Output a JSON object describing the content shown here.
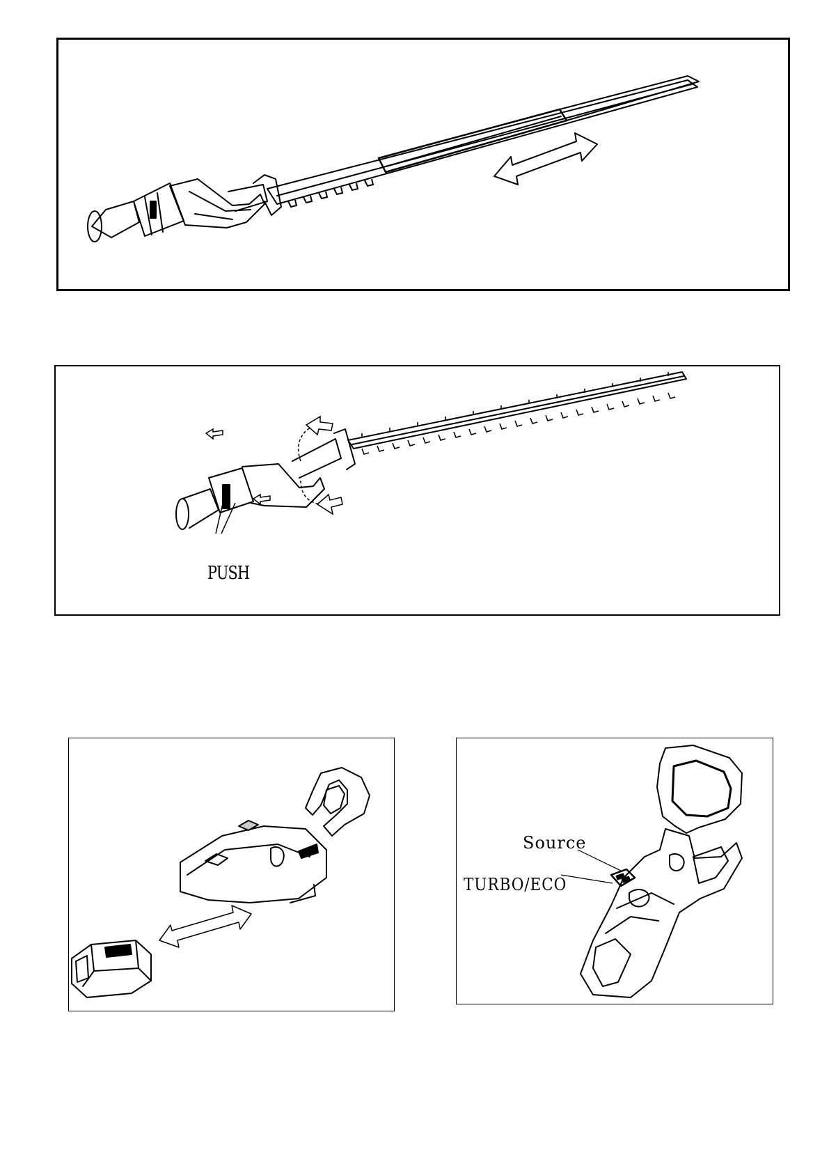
{
  "figures": {
    "blade_slide": {
      "arrow": "double-arrow-icon"
    },
    "blade_attach": {
      "push_label": "PUSH"
    },
    "battery_insert": {
      "arrow": "double-arrow-icon"
    },
    "control_buttons": {
      "source_label": "Source",
      "mode_label": "TURBO/ECO"
    }
  }
}
